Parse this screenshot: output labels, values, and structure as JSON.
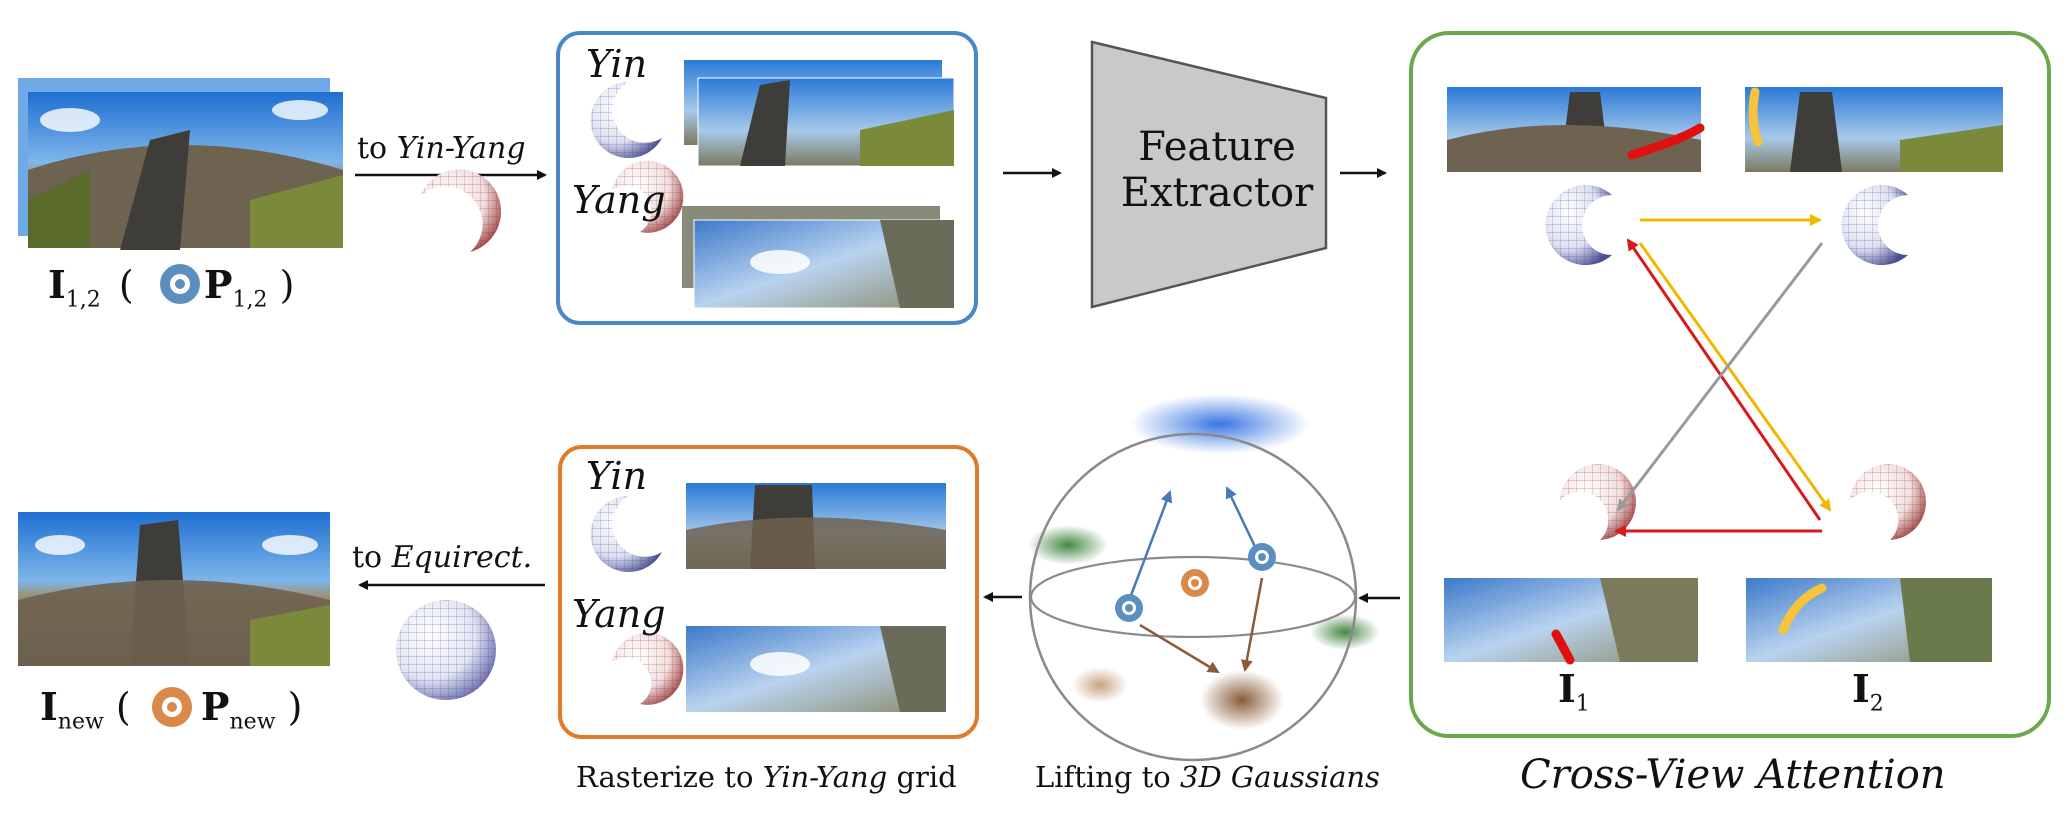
{
  "labels": {
    "input_I": "I",
    "input_I_sub": "1,2",
    "input_P": "P",
    "input_P_sub": "1,2",
    "to_yinyang_prefix": "to ",
    "to_yinyang_italic": "Yin-Yang",
    "yin_top": "Yin",
    "yang_top": "Yang",
    "feature_extractor_line1": "Feature",
    "feature_extractor_line2": "Extractor",
    "img1": "I",
    "img1_sub": "1",
    "img2": "I",
    "img2_sub": "2",
    "cross_view_attention": "Cross-View Attention",
    "lifting_prefix": "Lifting to ",
    "lifting_italic": "3D Gaussians",
    "rasterize_prefix": "Rasterize to ",
    "rasterize_italic": "Yin-Yang",
    "rasterize_suffix": " grid",
    "yin_bottom": "Yin",
    "yang_bottom": "Yang",
    "to_equirect_prefix": "to ",
    "to_equirect_italic": "Equirect.",
    "output_I": "I",
    "output_I_sub": "new",
    "output_P": "P",
    "output_P_sub": "new"
  },
  "colors": {
    "yinyang_box": "#4a86c8",
    "attention_box": "#6aa84f",
    "rasterize_box": "#e07b2a",
    "extractor_fill": "#c9c9c9",
    "arrow_yellow": "#f2b600",
    "arrow_red": "#d91a1a",
    "arrow_gray": "#9a9a9a",
    "arrow_blue": "#4a78b8",
    "arrow_brown": "#8a5a3a",
    "camera_blue": "#5b8fc0",
    "camera_orange": "#d9894a"
  },
  "icons": [
    "camera-icon",
    "yin-grid-icon",
    "yang-grid-icon",
    "sphere-grid-icon",
    "panorama-image"
  ]
}
